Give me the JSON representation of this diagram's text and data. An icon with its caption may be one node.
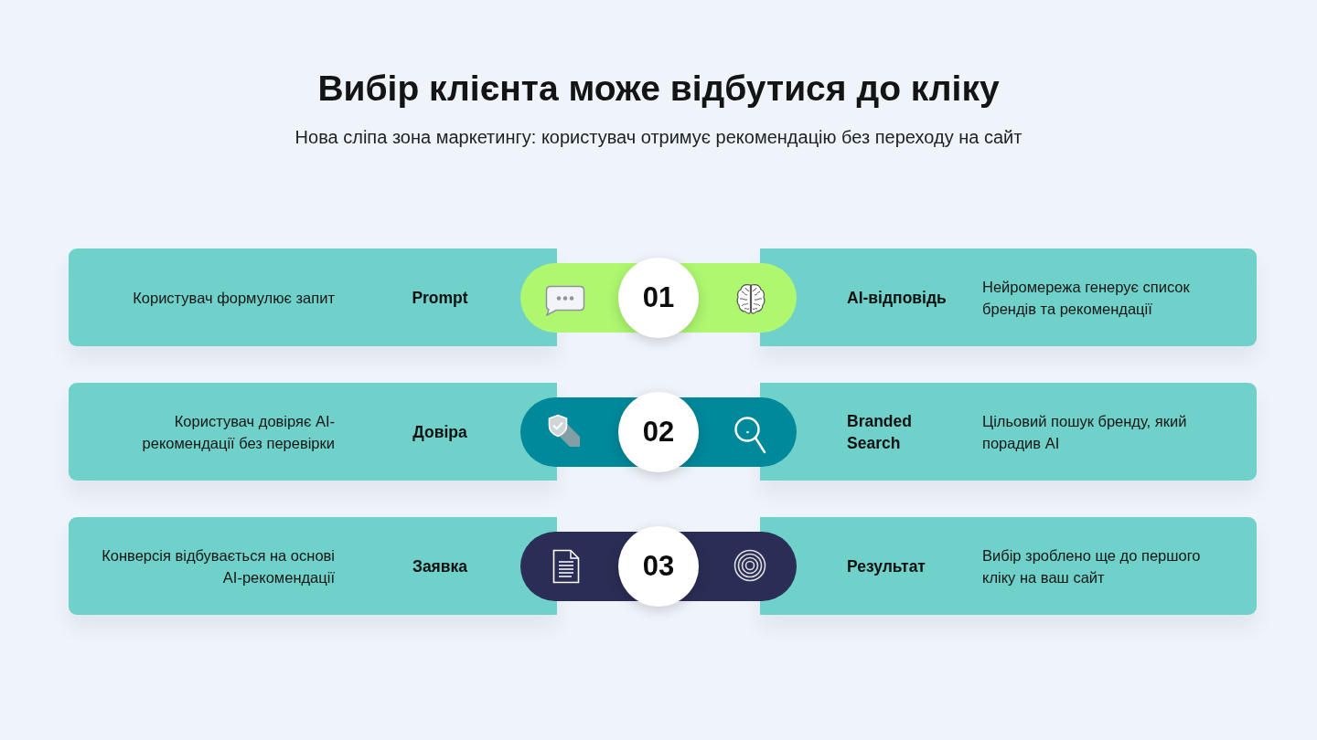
{
  "diagram": {
    "title": "Вибір клієнта може відбутися до кліку",
    "nodes": [
      {
        "text": [
          "Користувач формулює запит",
          "Prompt"
        ]
      },
      {
        "text": [
          "01"
        ]
      },
      {
        "text": [
          "AI-відповідь",
          "Нейромережа генерує список брендів та рекомендації"
        ]
      },
      {
        "text": [
          "Користувач довіряє AI-рекомендації без перевірки",
          "Довіра"
        ]
      },
      {
        "text": [
          "02"
        ]
      },
      {
        "text": [
          "Branded Search",
          "Цільовий пошук бренду, який порадив AI"
        ]
      },
      {
        "text": [
          "Конверсія відбувається на основі AI-рекомендації",
          "Заявка"
        ]
      },
      {
        "text": [
          "03"
        ]
      },
      {
        "text": [
          "Результат",
          "Вибір зроблено ще до першого кліку на ваш сайт"
        ]
      }
    ],
    "labels": [
      "Нова сліпа зона маркетингу: користувач отримує рекомендацію без переходу на сайт"
    ]
  }
}
